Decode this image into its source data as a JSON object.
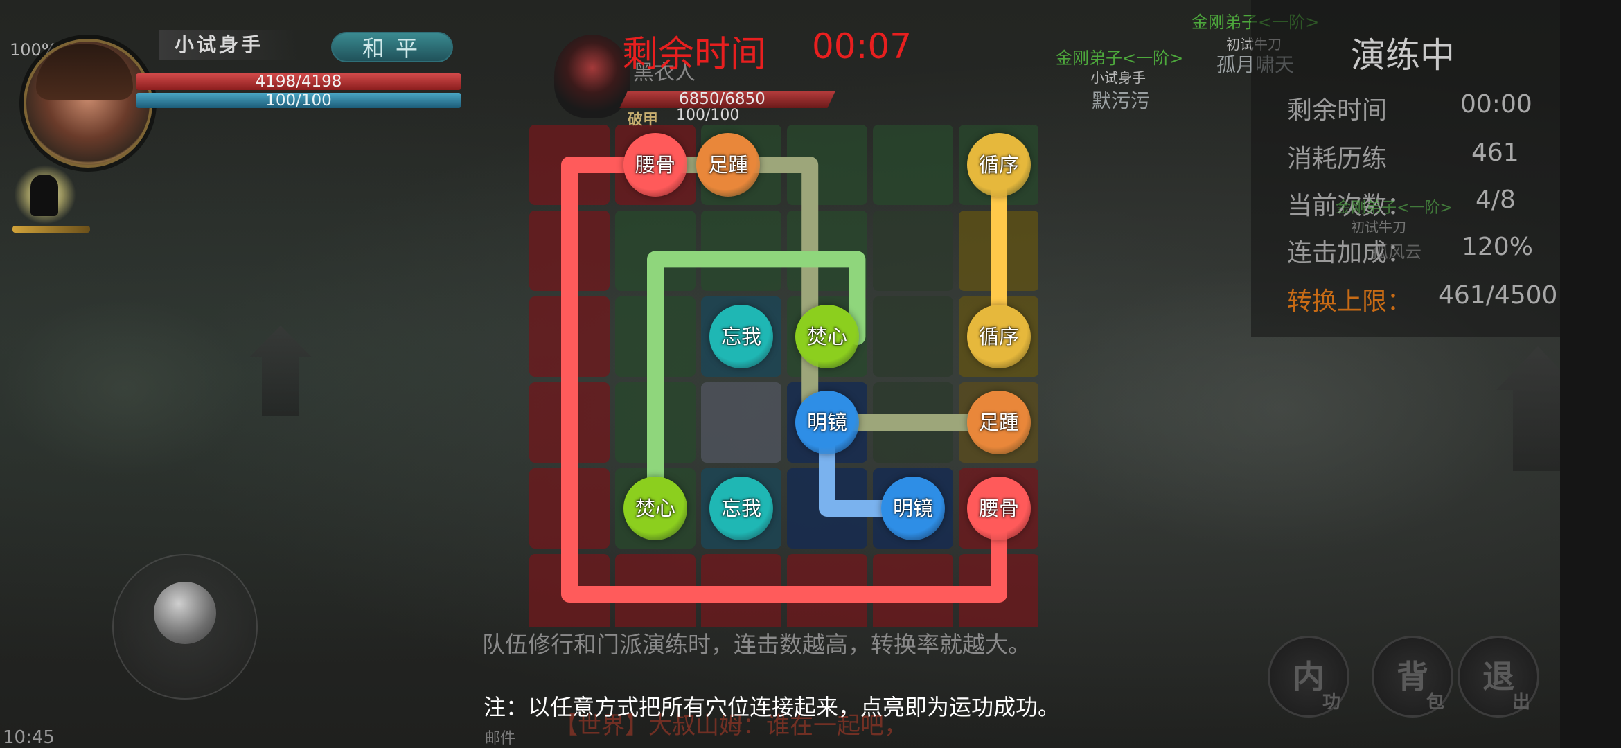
{
  "status": {
    "battery": "100%",
    "clock": "10:45"
  },
  "player": {
    "title": "小试身手",
    "mode": "和平",
    "hp": "4198/4198",
    "mp": "100/100"
  },
  "enemy": {
    "name": "黑衣人",
    "hp": "6850/6850",
    "mp": "100/100",
    "tag": "破甲"
  },
  "timer": {
    "label": "剩余时间",
    "value": "00:07"
  },
  "panel": {
    "title": "演练中",
    "rows": [
      {
        "label": "剩余时间",
        "value": "00:00"
      },
      {
        "label": "消耗历练",
        "value": "461"
      },
      {
        "label": "当前次数：",
        "value": "4/8"
      },
      {
        "label": "连击加成：",
        "value": "120%"
      },
      {
        "label": "转换上限：",
        "value": "461/4500"
      }
    ]
  },
  "world_labels": {
    "sect_tag_1": "金刚弟子<一阶>",
    "sect_tag_2": "金刚弟子<一阶>",
    "title_1": "初试牛刀",
    "title_2": "小试身手",
    "name_1": "孤月啸天",
    "name_2": "默污污",
    "overlay_1": "金刚弟子<一阶>",
    "overlay_2": "初试牛刀",
    "overlay_3": "孤风云"
  },
  "board": {
    "colors": {
      "red": "#ff5a5a",
      "orange": "#e9873a",
      "yellow": "#e6b83c",
      "green": "#8ccf1e",
      "cyan": "#1fb7b4",
      "blue": "#2e8ee6",
      "red_path": "#ff5b5b",
      "olive_path": "#9da67a",
      "yellow_path": "#ffc94a",
      "green_path": "#8fd67c",
      "blue_path": "#7ab2ee"
    },
    "nodes": [
      {
        "label": "腰骨",
        "color": "red"
      },
      {
        "label": "足踵",
        "color": "orange"
      },
      {
        "label": "循序",
        "color": "yellow"
      },
      {
        "label": "忘我",
        "color": "cyan"
      },
      {
        "label": "焚心",
        "color": "green"
      },
      {
        "label": "循序",
        "color": "yellow"
      },
      {
        "label": "明镜",
        "color": "blue"
      },
      {
        "label": "足踵",
        "color": "orange"
      },
      {
        "label": "焚心",
        "color": "green"
      },
      {
        "label": "忘我",
        "color": "cyan"
      },
      {
        "label": "明镜",
        "color": "blue"
      },
      {
        "label": "腰骨",
        "color": "red"
      }
    ]
  },
  "tips": {
    "main": "队伍修行和门派演练时，连击数越高，转换率就越大。",
    "note": "注：以任意方式把所有穴位连接起来，点亮即为运功成功。"
  },
  "chat": {
    "line": "【世界】大叔山姆：谁在一起吧，",
    "mail": "邮件"
  },
  "buttons": [
    {
      "main": "内",
      "sub": "功"
    },
    {
      "main": "背",
      "sub": "包"
    },
    {
      "main": "退",
      "sub": "出"
    }
  ]
}
